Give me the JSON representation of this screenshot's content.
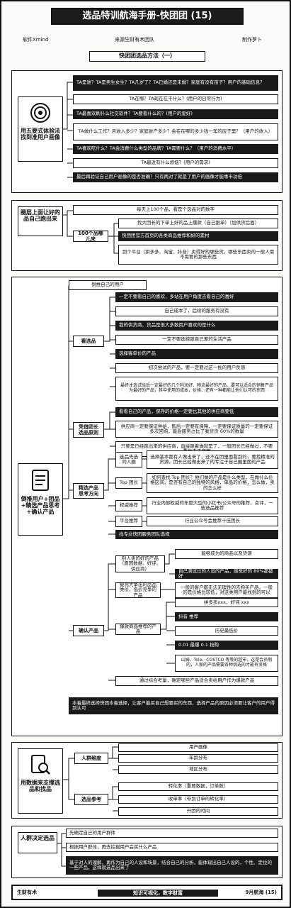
{
  "header": {
    "title": "选品特训航海手册-快团团 (15)",
    "left_meta": "软件Xmind",
    "center_meta": "来源生财有术团队",
    "right_meta": "制作罗卜"
  },
  "section_title": "快团团选品方法（一）",
  "sec1": {
    "label": "用五要式体验法找到准用户画像",
    "items": [
      "TA是谁？TA是男生女生？TA几岁了？TA已婚还是未婚？家庭有没有孩子？用户的基础信息？",
      "TA在哪？TA现在在干什么？(用户的日常行为)",
      "TA最喜欢刷什么社交软件？TA要看什么的？(用户的爱好)",
      "TA做什么工作？月收入多少？家庭财产多少？会在在哪的多少钱一年的房子里？（用户的收入）",
      "TA喜欢吃什么？TA会消费什么类型的品牌？TA需要什么？（用户的消费水平）",
      "TA最近有什么烦恼？(用户的需求)",
      "最后再验证自己用户画像的是否准确？只有两对了就是了用户的画像才能事半功倍"
    ]
  },
  "sec2": {
    "label": "圈层上面让好的品自己跑出来",
    "top_item": "每天上100个品，看是个选品对的数字",
    "branch": "100个品哪儿来",
    "items": [
      "找大团长的下单上好的品上爆款（自己跟单）（加供货后面）",
      "快团团官方首页的各类商品推荐和好的素材",
      "到个平台（拼多多、淘宝、抖音）卖得好的哪些货，哪些东西卖的一般人需不需要的那些东西"
    ]
  },
  "sec3": {
    "label": "倒推用户+团品+精选产品思考+确认产品",
    "root": "倒推自己的用户",
    "branch_a": "看选品",
    "a_items": [
      "一定不要看自己的喜欢，多站在用户角度去看自己的喜好",
      "自己成本了，后续的服务有没有",
      "我的供货商、货品是很大多数用户喜欢的是什么",
      "一定不要选择跟自己差的生活产品",
      "选择客单价的产品",
      "初次尝试的产品，要一定要过这一批的用户反馈"
    ],
    "a_note": "最终才选试验后一定最好的几个利润好、物流最好的产品、要可以适合的销售产品为最好的产品，其中使用的成本，价格、还有一种都能让他们认可的东西",
    "branch_b": "凭借团长选品原则",
    "b_items": [
      "看看自己的产品，保存的价格一定要比其他的供应商要低",
      "供应商一定要保证供给，售后一定要有保障，一定要保证质量的一定要保证多次回购，能后服务占比了我货货 60%的数量",
      "只要是已经跑出来的供应商，直接跟着做就是了，一般团长已经做过，不要重复去走弯路"
    ],
    "branch_c": "精选产品思考方向",
    "c1": "选品先选同人圈",
    "c1_items": [
      "选择基本都有人做出来了，还不在团里面看到的，要找精准的货源，团长已经做出来了的专注于自己圈里面的产品"
    ],
    "c2": "Top 团长",
    "c2_items": [
      "如何查找 Top 团长？他们做的产品是什么类型，在做什么价格区间，是否有自己的独特的风格，单品的价格，怎么做，卖的怎么样"
    ],
    "c3": "权威推荐",
    "c3_items": [
      "行业内部权威的年度大型的小红书/公众号的推荐，点评，一些选品推荐"
    ],
    "c4": "平台推荐",
    "c4_items": [
      "行业公众号会推荐十佳团长"
    ],
    "c_tail": "找专业快团服务团队选择",
    "branch_d": "确认产品",
    "d1": "别人卖的好的产品（原因数据、好评、供应商）",
    "d1_items": [
      "能够成为的商品以及货源",
      "自己测试过的人设的产品，感觉好的 80%都都好"
    ],
    "d2": "被竞大争出的品品类价，低价竞争的产品",
    "d2_items": [
      "一般的客户都无法无理性的去购买产品，一般的是价格比较低，对这类用户能找到的可以"
    ],
    "d3": "爆款商品推荐的产品",
    "d3_items": [
      "拼多多xxx，好评 xxx",
      "抖音 推荐",
      "历史最低价",
      "0.01 最爆 0.1 抢购",
      "山姆、Tole、COSTCO 等等的超市，这是会员制的，人家的产品需要各种挑选的才能有资格"
    ],
    "d_tail": "通过综合考量，确定哪些产品适合卖给用户作为爆款产品",
    "footer": "本着最终选择快团本着选择，让客户能买自己想要买的东西，选择产品的原因必须要让客户的用户得到认可"
  },
  "sec4": {
    "label": "用数据来支撑选品和找品",
    "branch_a": "人群维度",
    "a_items": [
      "用户画像",
      "年龄分布",
      "地区分布"
    ],
    "branch_b": "选品参考",
    "b_items": [
      "转化率（重要数据，订单数）",
      "收单率（带到订单的转化率）",
      "开团的时间"
    ]
  },
  "sec5": {
    "label": "人群决定选品",
    "items": [
      "先确定自己的用户群体",
      "根据用户群体，再去挖掘用户会买什么产品",
      "基于对人的理解，再作为自己的人设和场景，结合自己的分析，能体现出自己人设的，个性、定位的一些产品，这样就选品出来了"
    ]
  },
  "footer_bar": {
    "left": "生财有术",
    "center": "知识可视化，数字财富",
    "right": "9月航海 (15)"
  }
}
